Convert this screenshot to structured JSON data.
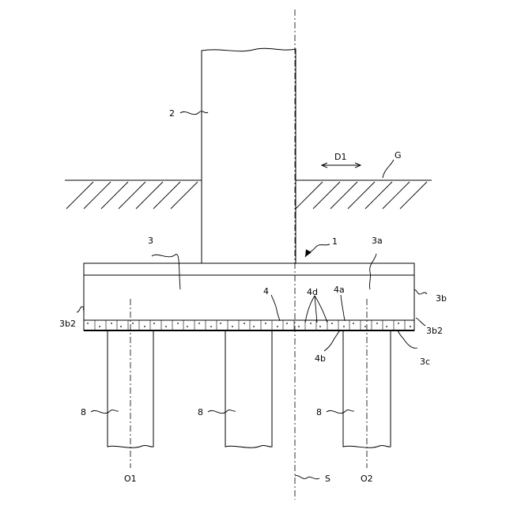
{
  "labels": {
    "column": "2",
    "footing": "3",
    "footing_top": "3a",
    "footing_side": "3b",
    "footing_side_lower_left": "3b2",
    "footing_side_lower_right": "3b2",
    "footing_bottom": "3c",
    "layer": "4",
    "layer_top": "4a",
    "layer_bottom": "4b",
    "layer_grains": "4d",
    "structure": "1",
    "direction": "D1",
    "ground": "G",
    "pile_left": "8",
    "pile_center": "8",
    "pile_right": "8",
    "axis_left": "O1",
    "axis_right": "O2",
    "axis_center": "S"
  }
}
